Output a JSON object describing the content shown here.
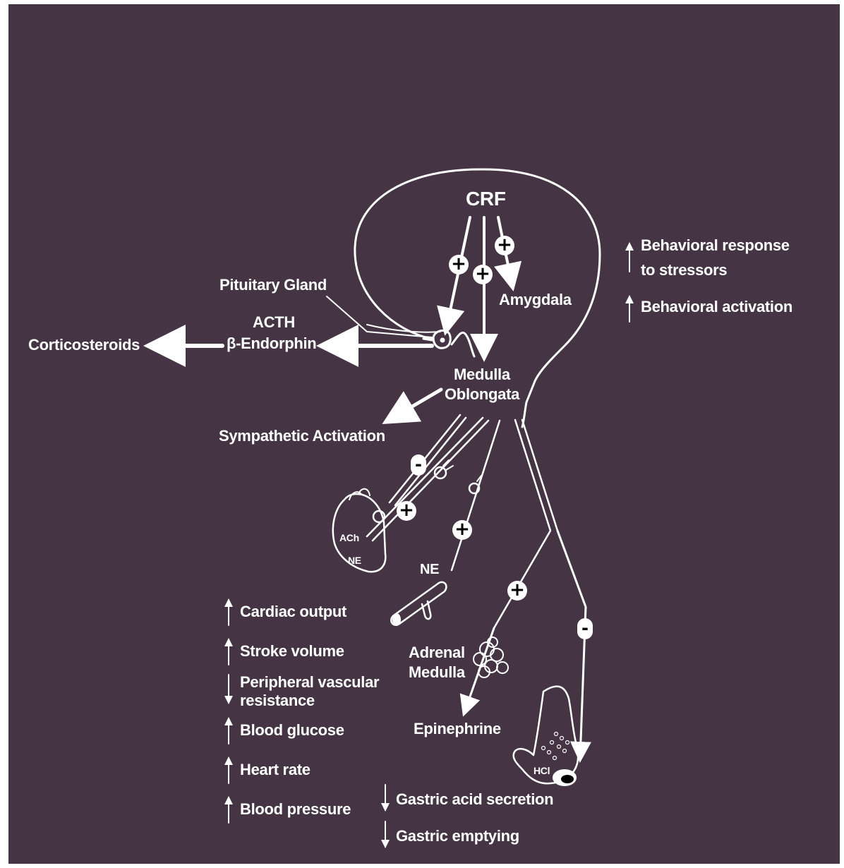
{
  "labels": {
    "crf": "CRF",
    "amygdala": "Amygdala",
    "pituitary": "Pituitary Gland",
    "acth": "ACTH",
    "endorphin": "β-Endorphin",
    "corticosteroids": "Corticosteroids",
    "medulla_line1": "Medulla",
    "medulla_line2": "Oblongata",
    "sympathetic": "Sympathetic Activation",
    "ach": "ACh",
    "ne_heart": "NE",
    "ne_vessel": "NE",
    "adrenal_line1": "Adrenal",
    "adrenal_line2": "Medulla",
    "epinephrine": "Epinephrine",
    "hcl": "HCl"
  },
  "signs": {
    "plus": "+",
    "minus": "-"
  },
  "behavioral_effects": [
    {
      "direction": "up",
      "text_lines": [
        "Behavioral response",
        "to stressors"
      ]
    },
    {
      "direction": "up",
      "text_lines": [
        "Behavioral activation"
      ]
    }
  ],
  "cardiovascular_effects": [
    {
      "direction": "up",
      "text": "Cardiac output"
    },
    {
      "direction": "up",
      "text": "Stroke volume"
    },
    {
      "direction": "down",
      "text_lines": [
        "Peripheral vascular",
        "resistance"
      ]
    },
    {
      "direction": "up",
      "text": "Blood glucose"
    },
    {
      "direction": "up",
      "text": "Heart rate"
    },
    {
      "direction": "up",
      "text": "Blood pressure"
    }
  ],
  "gastric_effects": [
    {
      "direction": "down",
      "text": "Gastric acid secretion"
    },
    {
      "direction": "down",
      "text": "Gastric emptying"
    }
  ],
  "colors": {
    "background": "#453544",
    "foreground": "#ffffff",
    "page": "#ffffff"
  }
}
